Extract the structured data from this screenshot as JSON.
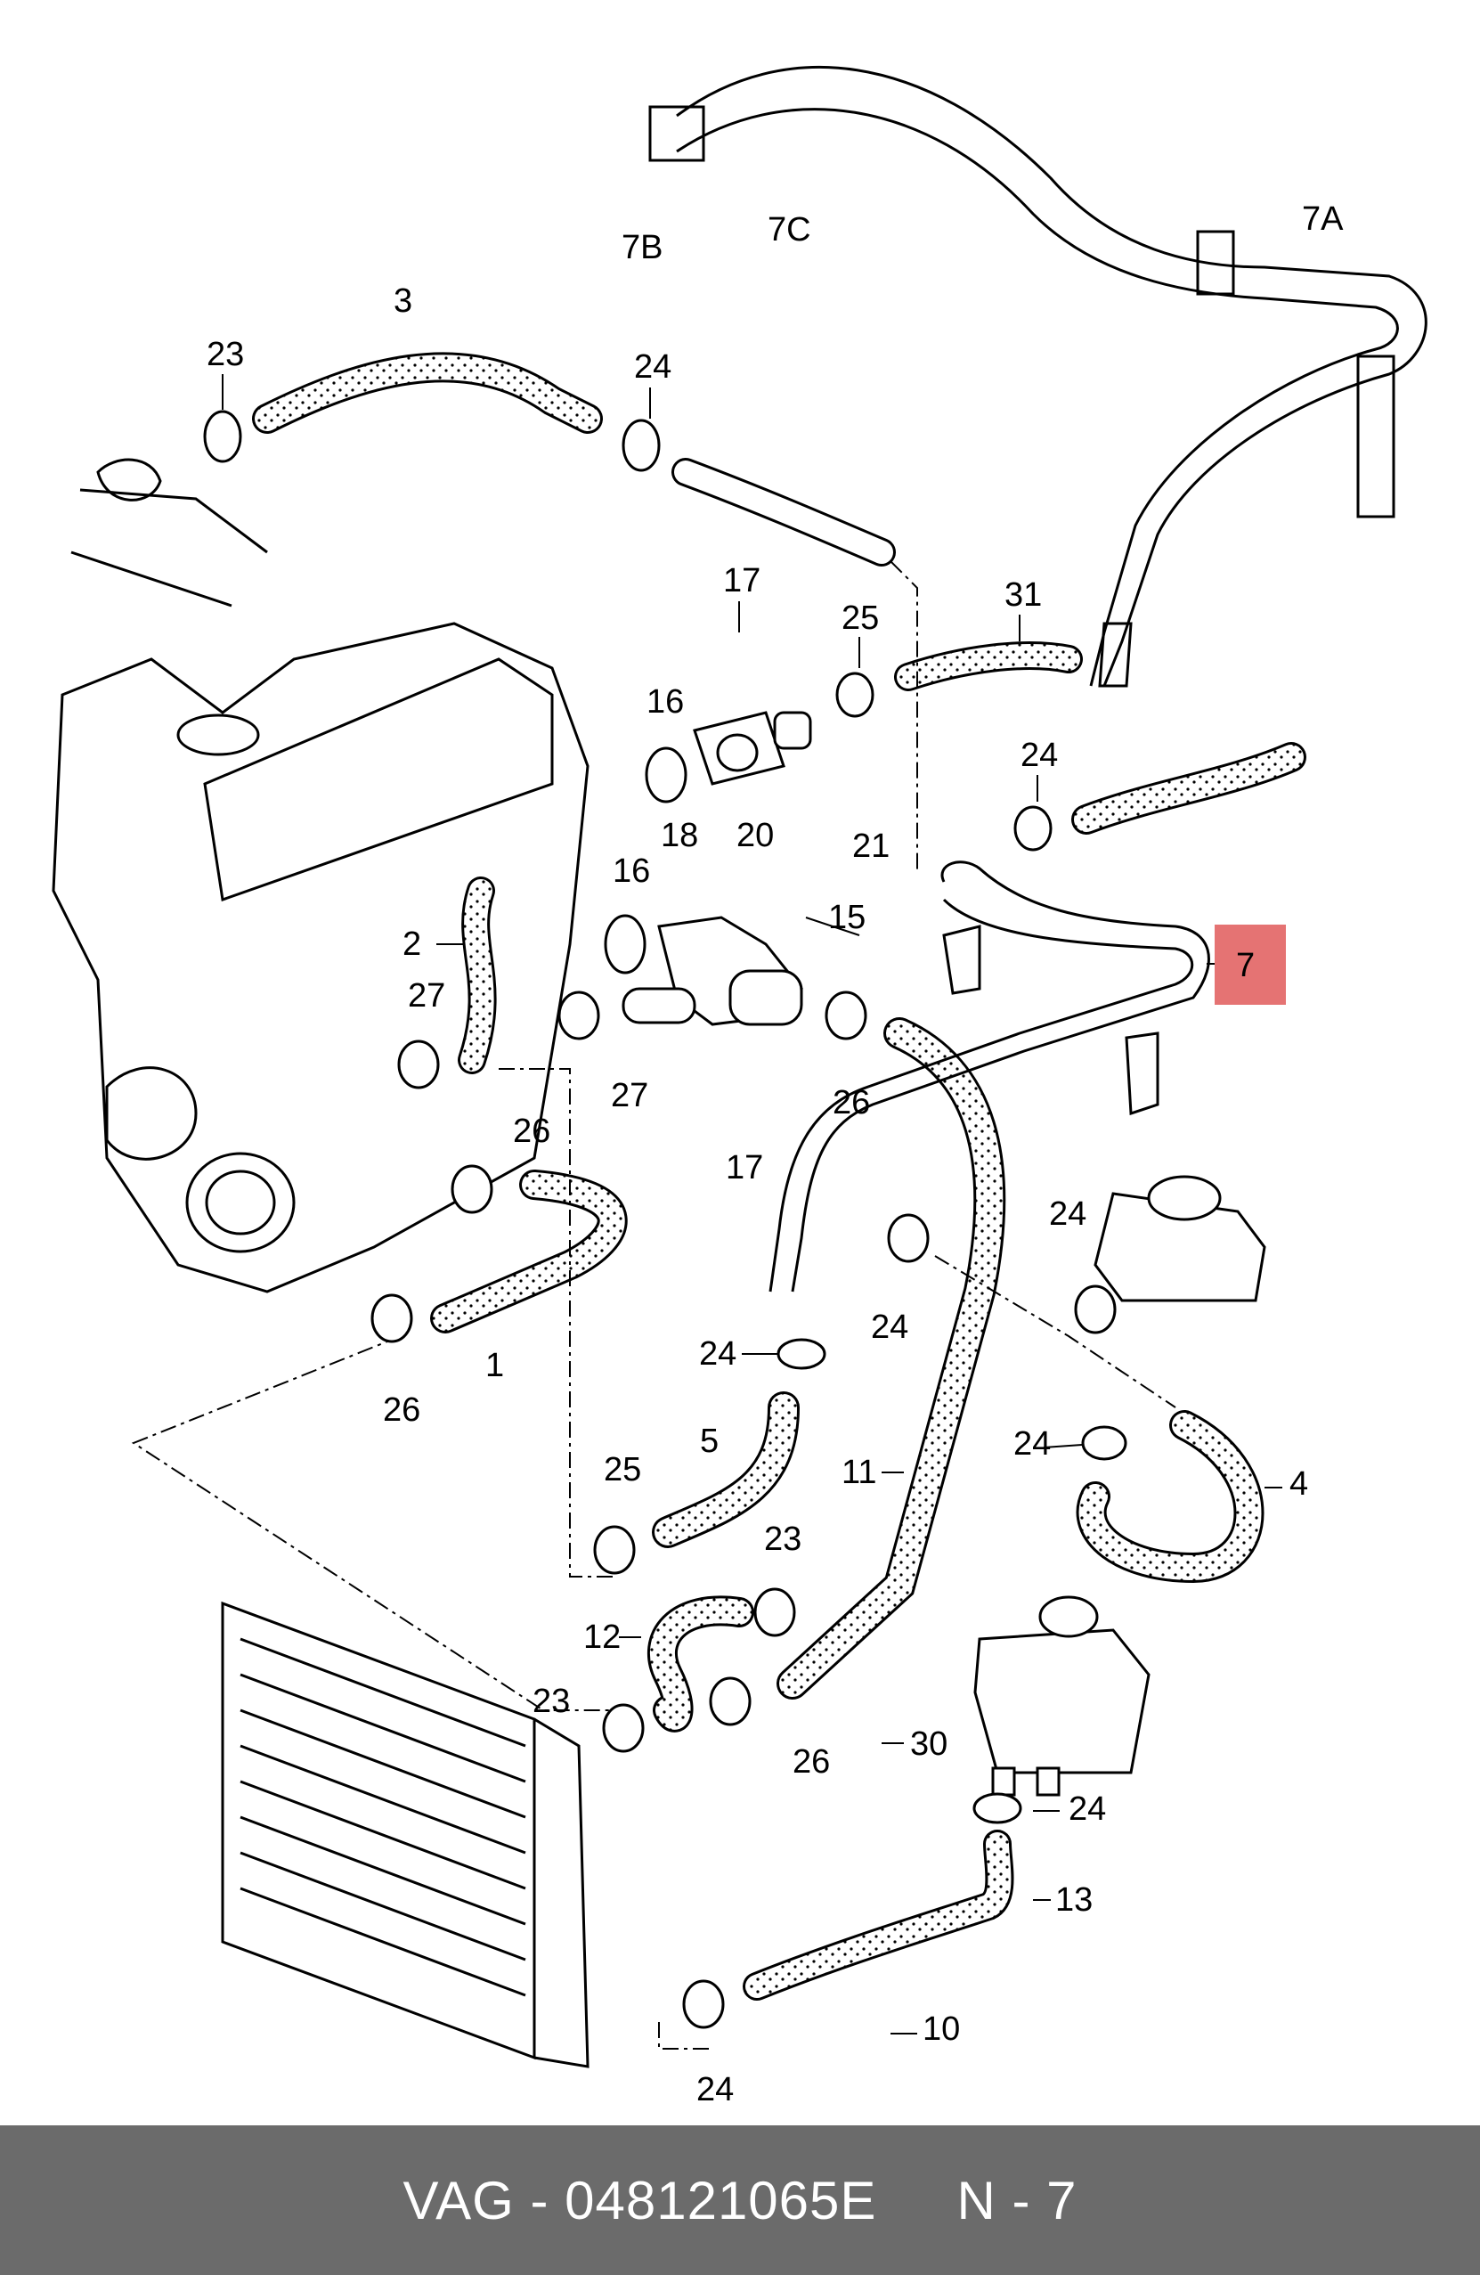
{
  "diagram": {
    "callouts": {
      "c1": "1",
      "c2": "2",
      "c3": "3",
      "c4": "4",
      "c5": "5",
      "c7": "7",
      "c7a": "7A",
      "c7b": "7B",
      "c7c": "7C",
      "c10": "10",
      "c11": "11",
      "c12": "12",
      "c13": "13",
      "c15": "15",
      "c16a": "16",
      "c16b": "16",
      "c17a": "17",
      "c17b": "17",
      "c18": "18",
      "c20": "20",
      "c21": "21",
      "c23a": "23",
      "c23b": "23",
      "c23c": "23",
      "c24a": "24",
      "c24b": "24",
      "c24c": "24",
      "c24d": "24",
      "c24e": "24",
      "c24f": "24",
      "c24g": "24",
      "c24h": "24",
      "c25a": "25",
      "c25b": "25",
      "c26a": "26",
      "c26b": "26",
      "c26c": "26",
      "c26d": "26",
      "c27a": "27",
      "c27b": "27",
      "c30": "30",
      "c31": "31"
    },
    "highlight": {
      "label": "7",
      "color": "#e57373"
    }
  },
  "footer": {
    "brand_part": "VAG - 048121065E",
    "position": "N - 7",
    "background": "#6b6b6b"
  }
}
